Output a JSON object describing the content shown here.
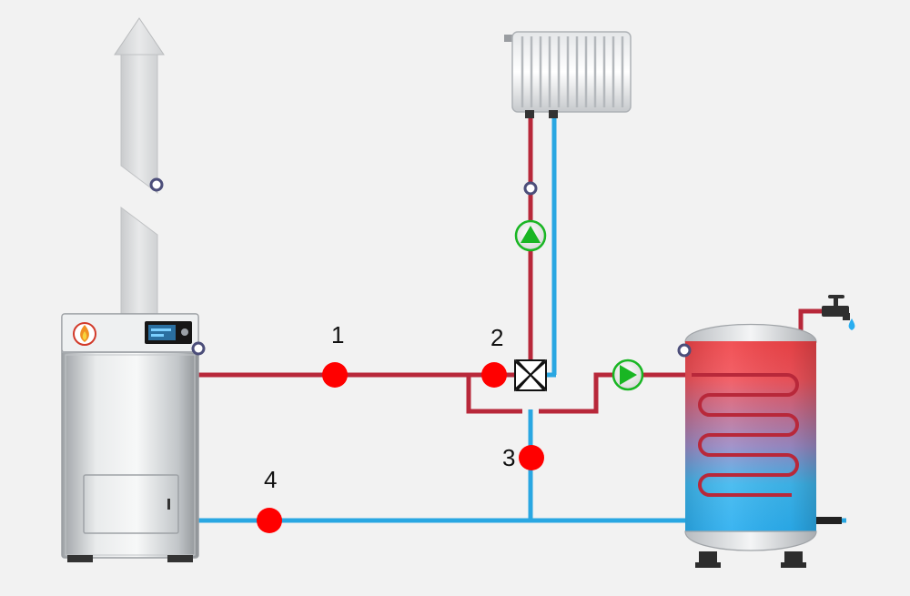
{
  "labels": {
    "point1": "1",
    "point2": "2",
    "point3": "3",
    "point4": "4"
  },
  "colors": {
    "background": "#f2f2f2",
    "hot_pipe": "#b8283a",
    "cold_pipe": "#29a7e2",
    "sensor_point": "#ff0000",
    "pump": "#19b623",
    "port_ring": "#4c4e7a"
  },
  "icons": {
    "boiler": "boiler-icon",
    "flame": "flame-icon",
    "display": "control-display-icon",
    "chimney": "chimney-icon",
    "radiator": "radiator-icon",
    "mixing_valve": "three-way-valve-icon",
    "pump": "circulation-pump-icon",
    "tank": "hot-water-tank-icon",
    "faucet": "faucet-icon",
    "water_drop": "water-drop-icon"
  }
}
